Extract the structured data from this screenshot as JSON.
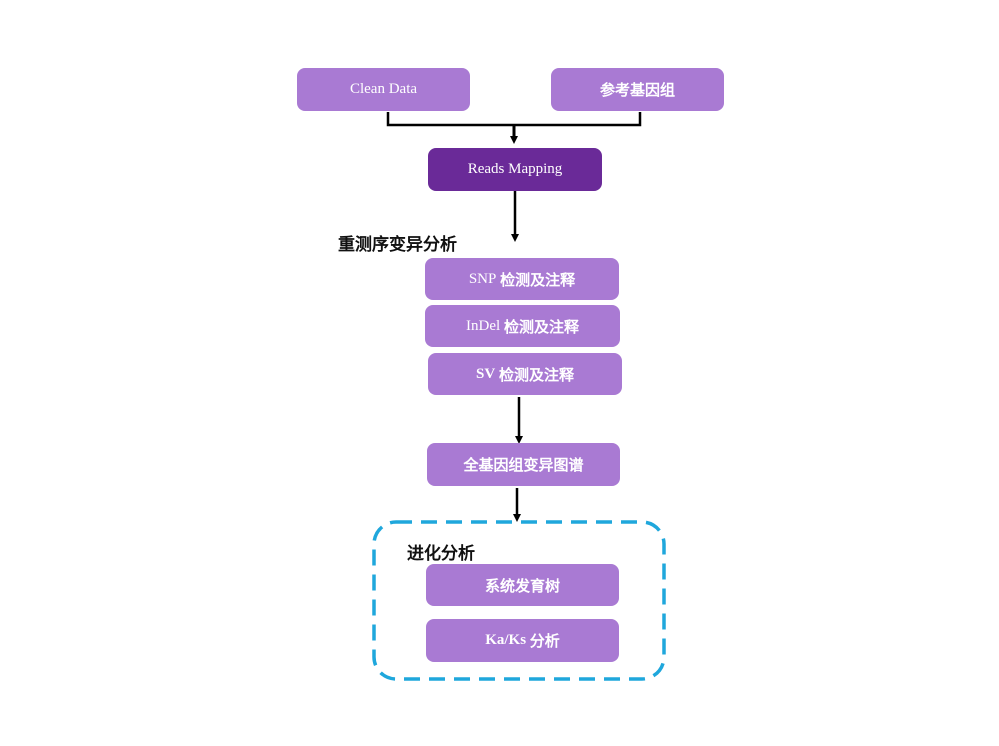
{
  "nodes": {
    "clean_data": "Clean Data",
    "reference_genome": "参考基因组",
    "reads_mapping": "Reads Mapping",
    "snp_prefix": "SNP",
    "snp_suffix": "检测及注释",
    "indel_prefix": "InDel",
    "indel_suffix": "检测及注释",
    "sv_prefix": "SV",
    "sv_suffix": "检测及注释",
    "variation_map": "全基因组变异图谱",
    "phylo_tree": "系统发育树",
    "kaks_prefix": "Ka/Ks",
    "kaks_suffix": "分析"
  },
  "labels": {
    "resequencing": "重测序变异分析",
    "evolution": "进化分析"
  },
  "colors": {
    "box": "#a97ad3",
    "box_dark": "#6a2a98",
    "dashed_border": "#1fa7dc",
    "arrow": "#000000"
  }
}
